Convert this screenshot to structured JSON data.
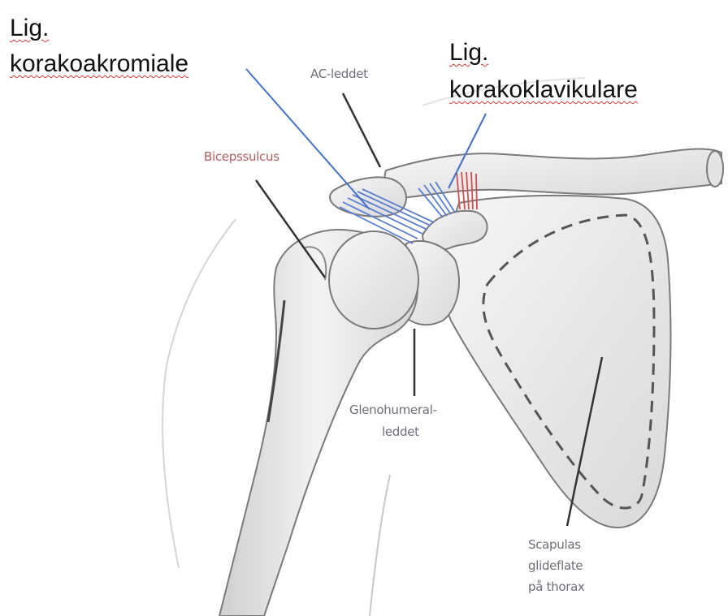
{
  "labels": {
    "lig_korakoakromiale": {
      "line1": "Lig.",
      "line2": "korakoakromiale"
    },
    "lig_korakoklavikulare": {
      "line1": "Lig.",
      "line2": "korakoklavikulare"
    },
    "ac_leddet": "AC-leddet",
    "bicepssulcus": "Bicepssulcus",
    "glenohumeral": {
      "line1": "Glenohumeral-",
      "line2": "leddet"
    },
    "scapulas": {
      "line1": "Scapulas",
      "line2": "glideflate",
      "line3": "på thorax"
    }
  },
  "colors": {
    "annotation_line": "#4472c4",
    "ligament_blue": "#5b7fd0",
    "ligament_red": "#d05050",
    "bone_outline": "#7a7a7a",
    "bone_fill": "#ececec",
    "leader_line": "#333333"
  }
}
